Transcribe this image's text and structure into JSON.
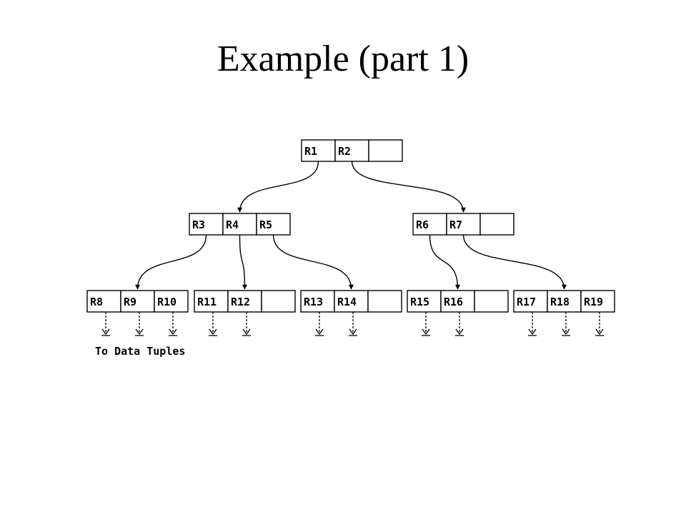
{
  "slide": {
    "title": "Example (part 1)"
  },
  "tree": {
    "root": {
      "id": "root",
      "entries": [
        "R1",
        "R2",
        ""
      ]
    },
    "level1": [
      {
        "id": "n1",
        "entries": [
          "R3",
          "R4",
          "R5"
        ]
      },
      {
        "id": "n2",
        "entries": [
          "R6",
          "R7",
          ""
        ]
      }
    ],
    "leaves": [
      {
        "id": "l1",
        "entries": [
          "R8",
          "R9",
          "R10"
        ]
      },
      {
        "id": "l2",
        "entries": [
          "R11",
          "R12",
          ""
        ]
      },
      {
        "id": "l3",
        "entries": [
          "R13",
          "R14",
          ""
        ]
      },
      {
        "id": "l4",
        "entries": [
          "R15",
          "R16",
          ""
        ]
      },
      {
        "id": "l5",
        "entries": [
          "R17",
          "R18",
          "R19"
        ]
      }
    ],
    "edges": [
      {
        "from": "R1",
        "to": "n1"
      },
      {
        "from": "R2",
        "to": "n2"
      },
      {
        "from": "R3",
        "to": "l1"
      },
      {
        "from": "R4",
        "to": "l2"
      },
      {
        "from": "R5",
        "to": "l3"
      },
      {
        "from": "R6",
        "to": "l4"
      },
      {
        "from": "R7",
        "to": "l5"
      }
    ],
    "caption": "To Data Tuples"
  }
}
